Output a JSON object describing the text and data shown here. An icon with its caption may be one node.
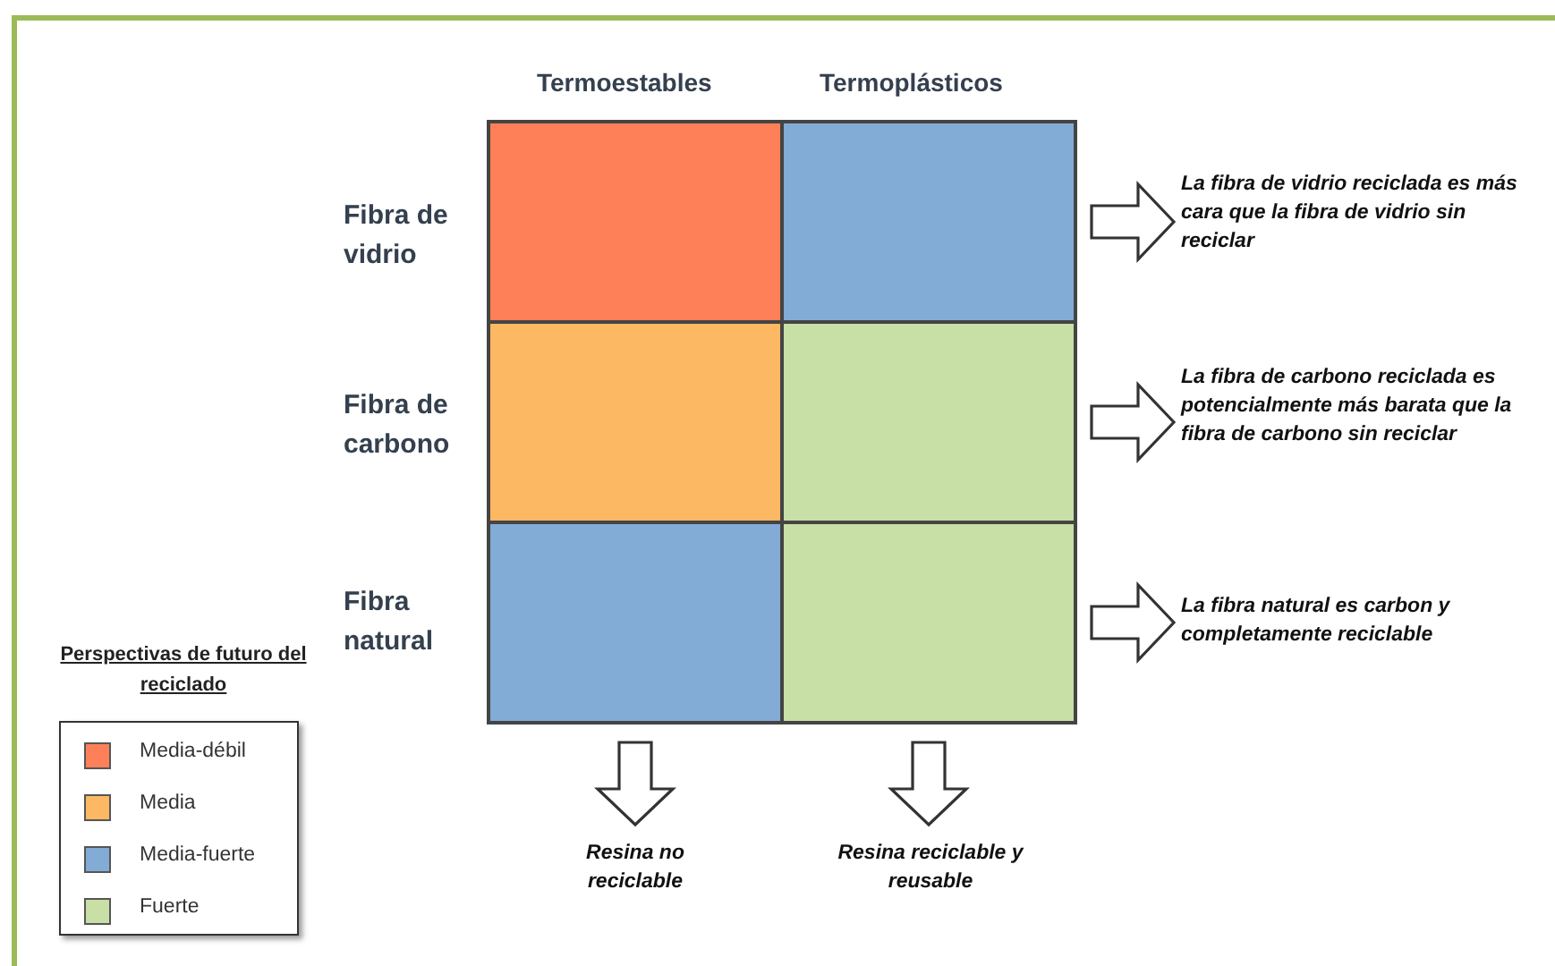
{
  "diagram": {
    "nodes": [
      {
        "text": [],
        "shape": "box"
      },
      {
        "text": [],
        "shape": "box"
      },
      {
        "text": [],
        "shape": "box"
      },
      {
        "text": [],
        "shape": "box"
      },
      {
        "text": [],
        "shape": "box"
      },
      {
        "text": [],
        "shape": "box"
      },
      {
        "text": [
          "La fibra de vidrio reciclada es más cara que la fibra de vidrio sin reciclar"
        ]
      },
      {
        "text": [
          "La fibra de carbono reciclada  es potencialmente más barata que la fibra de carbono sin reciclar"
        ]
      },
      {
        "text": [
          "La fibra natural es carbon y completamente reciclable"
        ]
      },
      {
        "text": [
          "Resina no reciclable"
        ]
      },
      {
        "text": [
          "Resina reciclable y reusable"
        ]
      }
    ],
    "edges": [
      {
        "from": 1,
        "to": 6,
        "arrow": "to"
      },
      {
        "from": 3,
        "to": 7,
        "arrow": "to"
      },
      {
        "from": 5,
        "to": 8,
        "arrow": "to"
      },
      {
        "from": 4,
        "to": 9,
        "arrow": "to"
      },
      {
        "from": 5,
        "to": 10,
        "arrow": "to"
      }
    ],
    "labels": [
      "Termoestables",
      "Termoplásticos",
      "Fibra de vidrio",
      "Fibra de carbono",
      "Fibra natural",
      "Perspectivas de futuro del reciclado"
    ],
    "legend": [
      {
        "text": "Media-débil",
        "color": "#fe8058"
      },
      {
        "text": "Media",
        "color": "#fdb863"
      },
      {
        "text": "Media-fuerte",
        "color": "#82abd6"
      },
      {
        "text": "Fuerte",
        "color": "#c8dfa6"
      }
    ]
  }
}
